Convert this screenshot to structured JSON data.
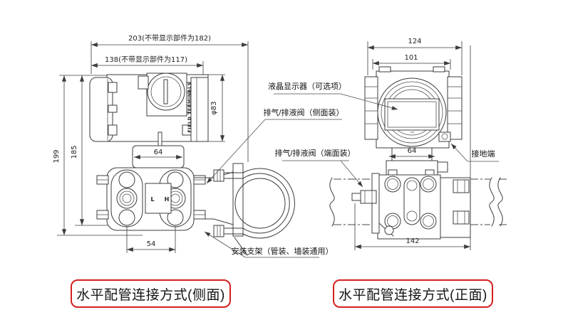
{
  "page": {
    "background": "#ffffff"
  },
  "colors": {
    "line": "#3c3c3c",
    "caption_border": "#d42020",
    "text": "#141414"
  },
  "side_view": {
    "caption": "水平配管连接方式(侧面)",
    "dims": {
      "overall_width": "203(不带显示部件为182)",
      "body_width": "138(不带显示部件为117)",
      "overall_height": "199",
      "body_height": "185",
      "neck_width": "64",
      "cap_diameter": "φ83",
      "port_spacing": "54"
    },
    "labels": {
      "field_terminals": "FIELD TERMINALS",
      "port_low": "L",
      "port_high": "H",
      "vent_valve_side": "排气/排液阀（侧面装）",
      "mounting_bracket": "安装支架（管装、墙装通用）"
    }
  },
  "front_view": {
    "caption": "水平配管连接方式(正面)",
    "dims": {
      "overall_width": "124",
      "body_width": "101",
      "neck_width": "64",
      "flange_width": "142"
    },
    "labels": {
      "lcd_display": "液晶显示器（可选项）",
      "vent_valve_end": "排气/排液阀（端面装）",
      "ground_terminal": "接地端"
    }
  }
}
